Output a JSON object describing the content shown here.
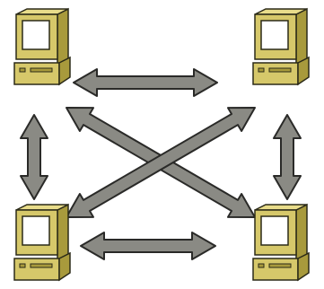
{
  "diagram": {
    "nodes": [
      {
        "id": "computer-top-left",
        "icon": "desktop-computer-icon"
      },
      {
        "id": "computer-top-right",
        "icon": "desktop-computer-icon"
      },
      {
        "id": "computer-bottom-left",
        "icon": "desktop-computer-icon"
      },
      {
        "id": "computer-bottom-right",
        "icon": "desktop-computer-icon"
      }
    ],
    "links": [
      {
        "from": "computer-top-left",
        "to": "computer-top-right",
        "style": "double-arrow"
      },
      {
        "from": "computer-bottom-left",
        "to": "computer-bottom-right",
        "style": "double-arrow"
      },
      {
        "from": "computer-top-left",
        "to": "computer-bottom-left",
        "style": "double-arrow"
      },
      {
        "from": "computer-top-right",
        "to": "computer-bottom-right",
        "style": "double-arrow"
      },
      {
        "from": "computer-top-left",
        "to": "computer-bottom-right",
        "style": "double-arrow"
      },
      {
        "from": "computer-top-right",
        "to": "computer-bottom-left",
        "style": "double-arrow"
      }
    ],
    "colors": {
      "computer_body": "#d6c86a",
      "computer_shadow": "#a89a3c",
      "computer_outline": "#2b2a18",
      "screen": "#ffffff",
      "arrow_fill": "#8a8a84",
      "arrow_outline": "#2a2a28",
      "background": "#ffffff"
    }
  }
}
